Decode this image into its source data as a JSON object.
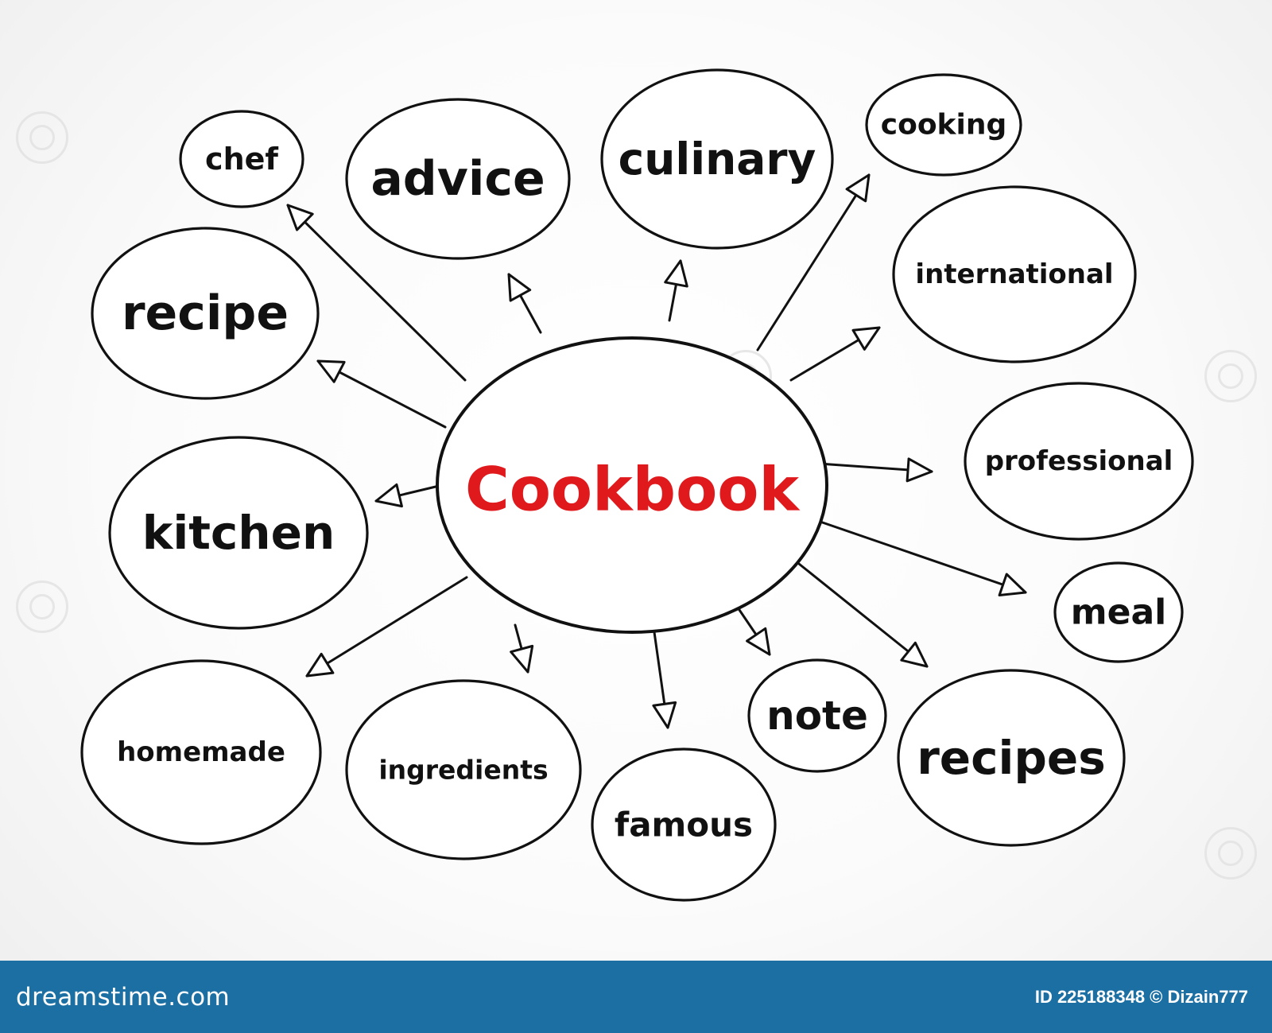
{
  "center": {
    "label": "Cookbook",
    "color": "#e0191d"
  },
  "nodes": [
    {
      "id": "chef",
      "label": "chef"
    },
    {
      "id": "advice",
      "label": "advice"
    },
    {
      "id": "culinary",
      "label": "culinary"
    },
    {
      "id": "cooking",
      "label": "cooking"
    },
    {
      "id": "international",
      "label": "international"
    },
    {
      "id": "recipe",
      "label": "recipe"
    },
    {
      "id": "professional",
      "label": "professional"
    },
    {
      "id": "kitchen",
      "label": "kitchen"
    },
    {
      "id": "meal",
      "label": "meal"
    },
    {
      "id": "homemade",
      "label": "homemade"
    },
    {
      "id": "ingredients",
      "label": "ingredients"
    },
    {
      "id": "famous",
      "label": "famous"
    },
    {
      "id": "note",
      "label": "note"
    },
    {
      "id": "recipes",
      "label": "recipes"
    }
  ],
  "footer": {
    "brand": "dreamstime.com",
    "credit": "ID 225188348 © Dizain777",
    "background": "#1c6fa3"
  }
}
